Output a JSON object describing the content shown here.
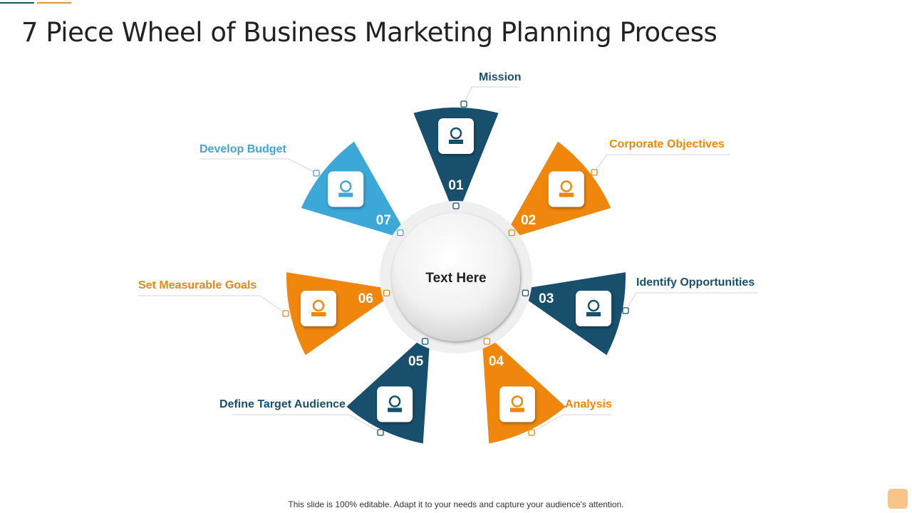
{
  "title": "7 Piece Wheel of Business Marketing Planning Process",
  "center_text": "Text Here",
  "footer": "This slide is 100% editable. Adapt it to your needs and capture your audience's attention.",
  "colors": {
    "dark": "#174f6c",
    "orange": "#f0870c",
    "light": "#3ba8d8"
  },
  "segments": [
    {
      "number": "01",
      "label": "Mission",
      "color": "dark",
      "icon": "stairs-flag-icon"
    },
    {
      "number": "02",
      "label": "Corporate Objectives",
      "color": "orange",
      "icon": "climbing-steps-icon"
    },
    {
      "number": "03",
      "label": "Identify Opportunities",
      "color": "dark",
      "icon": "magnifier-virus-icon"
    },
    {
      "number": "04",
      "label": "Analysis",
      "color": "orange",
      "icon": "analysis-chart-icon"
    },
    {
      "number": "05",
      "label": "Define Target Audience",
      "color": "dark",
      "icon": "target-audience-icon"
    },
    {
      "number": "06",
      "label": "Set Measurable Goals",
      "color": "orange",
      "icon": "team-goals-icon"
    },
    {
      "number": "07",
      "label": "Develop Budget",
      "color": "light",
      "icon": "balance-scale-icon"
    }
  ]
}
